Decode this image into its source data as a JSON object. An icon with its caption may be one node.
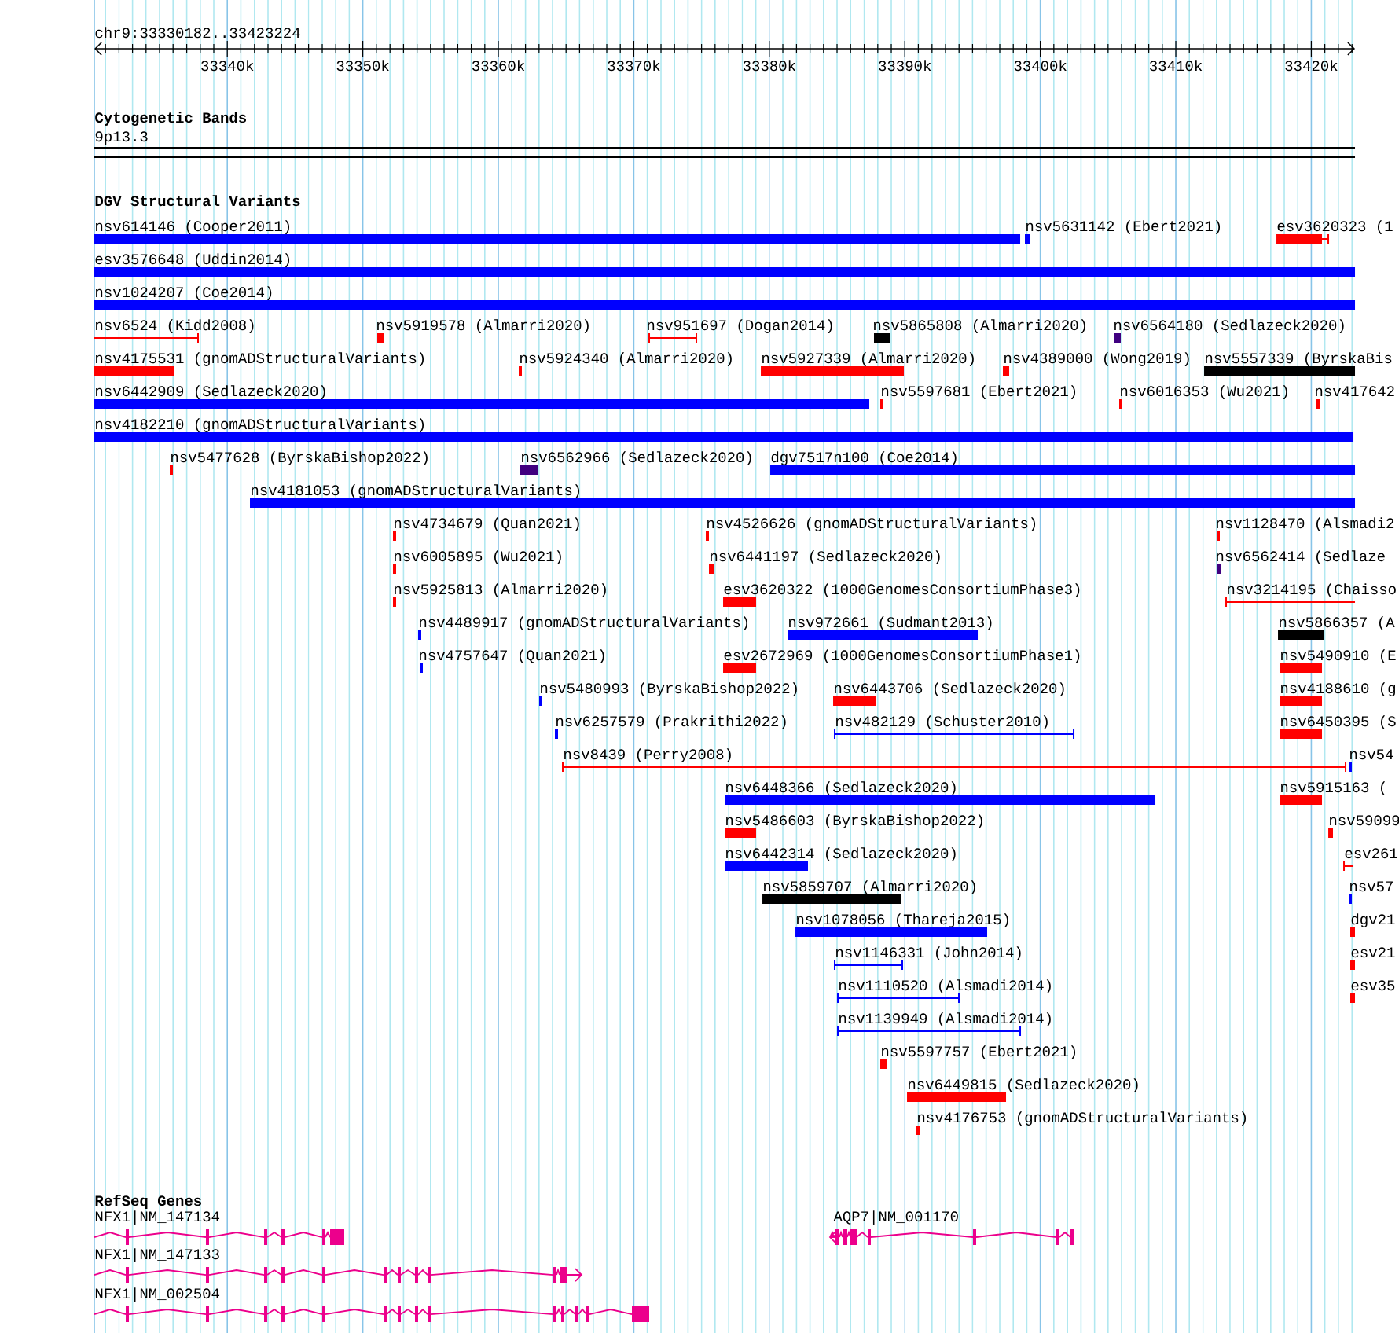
{
  "diagram": {
    "nodes": [
      {
        "text": [
          "nsv614146 (Cooper2011)"
        ]
      },
      {
        "text": [
          "nsv5631142 (Ebert2021)"
        ]
      },
      {
        "text": [
          "esv3620323 (1"
        ]
      },
      {
        "text": [
          "esv3576648 (Uddin2014)"
        ]
      },
      {
        "text": [
          "nsv1024207 (Coe2014)"
        ]
      },
      {
        "text": [
          "nsv6524 (Kidd2008)"
        ]
      },
      {
        "text": [
          "nsv5919578 (Almarri2020)"
        ]
      },
      {
        "text": [
          "nsv951697 (Dogan2014)"
        ]
      },
      {
        "text": [
          "nsv5865808 (Almarri2020)"
        ]
      },
      {
        "text": [
          "nsv6564180 (Sedlazeck2020)"
        ]
      },
      {
        "text": [
          "nsv4175531 (gnomADStructuralVariants)"
        ]
      },
      {
        "text": [
          "nsv5924340 (Almarri2020)"
        ]
      },
      {
        "text": [
          "nsv5927339 (Almarri2020)"
        ]
      },
      {
        "text": [
          "nsv4389000 (Wong2019)"
        ]
      },
      {
        "text": [
          "nsv5557339 (ByrskaBis"
        ]
      },
      {
        "text": [
          "nsv6442909 (Sedlazeck2020)"
        ]
      },
      {
        "text": [
          "nsv5597681 (Ebert2021)"
        ]
      },
      {
        "text": [
          "nsv6016353 (Wu2021)"
        ]
      },
      {
        "text": [
          "nsv417642"
        ]
      },
      {
        "text": [
          "nsv4182210 (gnomADStructuralVariants)"
        ]
      },
      {
        "text": [
          "nsv5477628 (ByrskaBishop2022)"
        ]
      },
      {
        "text": [
          "nsv6562966 (Sedlazeck2020)"
        ]
      },
      {
        "text": [
          "dgv7517n100 (Coe2014)"
        ]
      },
      {
        "text": [
          "nsv4181053 (gnomADStructuralVariants)"
        ]
      },
      {
        "text": [
          "nsv4734679 (Quan2021)"
        ]
      },
      {
        "text": [
          "nsv4526626 (gnomADStructuralVariants)"
        ]
      },
      {
        "text": [
          "nsv1128470 (Alsmadi2"
        ]
      },
      {
        "text": [
          "nsv6005895 (Wu2021)"
        ]
      },
      {
        "text": [
          "nsv6441197 (Sedlazeck2020)"
        ]
      },
      {
        "text": [
          "nsv6562414 (Sedlaze"
        ]
      },
      {
        "text": [
          "nsv5925813 (Almarri2020)"
        ]
      },
      {
        "text": [
          "esv3620322 (1000GenomesConsortiumPhase3)"
        ]
      },
      {
        "text": [
          "nsv3214195 (Chaisso"
        ]
      },
      {
        "text": [
          "nsv4489917 (gnomADStructuralVariants)"
        ]
      },
      {
        "text": [
          "nsv972661 (Sudmant2013)"
        ]
      },
      {
        "text": [
          "nsv5866357 (A"
        ]
      },
      {
        "text": [
          "nsv4757647 (Quan2021)"
        ]
      },
      {
        "text": [
          "esv2672969 (1000GenomesConsortiumPhase1)"
        ]
      },
      {
        "text": [
          "nsv5490910 (E"
        ]
      },
      {
        "text": [
          "nsv5480993 (ByrskaBishop2022)"
        ]
      },
      {
        "text": [
          "nsv6443706 (Sedlazeck2020)"
        ]
      },
      {
        "text": [
          "nsv4188610 (g"
        ]
      },
      {
        "text": [
          "nsv6257579 (Prakrithi2022)"
        ]
      },
      {
        "text": [
          "nsv482129 (Schuster2010)"
        ]
      },
      {
        "text": [
          "nsv6450395 (S"
        ]
      },
      {
        "text": [
          "nsv8439 (Perry2008)"
        ]
      },
      {
        "text": [
          "nsv54"
        ]
      },
      {
        "text": [
          "nsv6448366 (Sedlazeck2020)"
        ]
      },
      {
        "text": [
          "nsv5915163 ("
        ]
      },
      {
        "text": [
          "nsv5486603 (ByrskaBishop2022)"
        ]
      },
      {
        "text": [
          "nsv59099"
        ]
      },
      {
        "text": [
          "nsv6442314 (Sedlazeck2020)"
        ]
      },
      {
        "text": [
          "esv261"
        ]
      },
      {
        "text": [
          "nsv5859707 (Almarri2020)"
        ]
      },
      {
        "text": [
          "nsv57"
        ]
      },
      {
        "text": [
          "nsv1078056 (Thareja2015)"
        ]
      },
      {
        "text": [
          "dgv21"
        ]
      },
      {
        "text": [
          "nsv1146331 (John2014)"
        ]
      },
      {
        "text": [
          "esv21"
        ]
      },
      {
        "text": [
          "nsv1110520 (Alsmadi2014)"
        ]
      },
      {
        "text": [
          "esv35"
        ]
      },
      {
        "text": [
          "nsv1139949 (Alsmadi2014)"
        ]
      },
      {
        "text": [
          "nsv5597757 (Ebert2021)"
        ]
      },
      {
        "text": [
          "nsv6449815 (Sedlazeck2020)"
        ]
      },
      {
        "text": [
          "nsv4176753 (gnomADStructuralVariants)"
        ]
      },
      {
        "text": [
          "NFX1|NM_147134"
        ]
      },
      {
        "text": [
          "AQP7|NM_001170"
        ]
      },
      {
        "text": [
          "NFX1|NM_147133"
        ]
      },
      {
        "text": [
          "NFX1|NM_002504"
        ]
      }
    ],
    "labels": [
      "chr9:33330182..33423224",
      "33340k",
      "33350k",
      "33360k",
      "33370k",
      "33380k",
      "33390k",
      "33400k",
      "33410k",
      "33420k",
      "Cytogenetic Bands",
      "9p13.3",
      "DGV Structural Variants",
      "RefSeq Genes"
    ]
  }
}
